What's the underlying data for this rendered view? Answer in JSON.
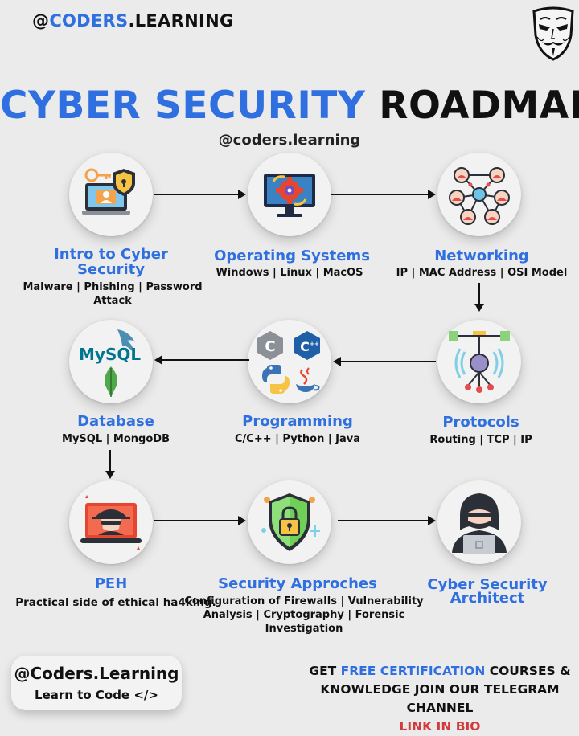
{
  "header": {
    "handle_at": "@",
    "handle_blue": "CODERS",
    "handle_rest": ".LEARNING",
    "mask_icon": "anonymous-mask-icon"
  },
  "title": {
    "part1": "CYBER SECURITY",
    "part2": "ROADMAP"
  },
  "subhandle": "@coders.learning",
  "steps": [
    {
      "label": "Intro to Cyber Security",
      "desc": "Malware | Phishing | Password Attack",
      "icon": "security-computer-icon"
    },
    {
      "label": "Operating Systems",
      "desc": "Windows | Linux | MacOS",
      "icon": "monitor-gear-icon"
    },
    {
      "label": "Networking",
      "desc": "IP | MAC Address | OSI Model",
      "icon": "network-people-icon"
    },
    {
      "label": "Protocols",
      "desc": "Routing | TCP | IP",
      "icon": "protocol-node-icon"
    },
    {
      "label": "Programming",
      "desc": "C/C++ | Python | Java",
      "icon": "programming-languages-icon"
    },
    {
      "label": "Database",
      "desc": "MySQL | MongoDB",
      "icon": "database-logos-icon"
    },
    {
      "label": "PEH",
      "desc": "Practical side of ethical ha4king.",
      "icon": "hacker-laptop-icon"
    },
    {
      "label": "Security Approches",
      "desc": "Configuration of Firewalls | Vulnerability Analysis | Cryptography | Forensic Investigation",
      "icon": "shield-lock-icon"
    },
    {
      "label": "Cyber Security Architect",
      "desc": "",
      "icon": "hooded-hacker-icon"
    }
  ],
  "mysql_logo_text": "MySQL",
  "badge": {
    "name": "@Coders.Learning",
    "tagline": "Learn to Code </>"
  },
  "promo": {
    "p1": "GET ",
    "p2": "FREE CERTIFICATION",
    "p3": " COURSES &",
    "p4": "KNOWLEDGE JOIN OUR ",
    "p5": "TELEGRAM CHANNEL",
    "p6": "LINK IN BIO"
  },
  "colors": {
    "accent": "#2f6fe0",
    "dark": "#111111",
    "link": "#d23b3b",
    "background": "#ebebeb"
  }
}
